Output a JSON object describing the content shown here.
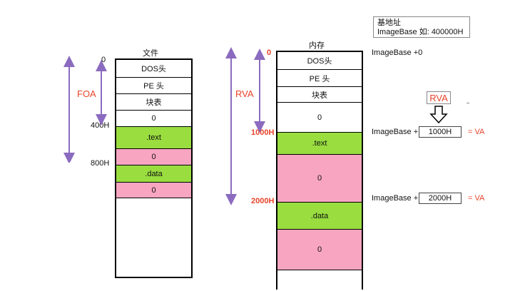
{
  "base_box": {
    "line1": "基地址",
    "line2": "ImageBase 如: 400000H"
  },
  "file": {
    "title": "文件",
    "offsets": {
      "zero": "0",
      "h400": "400H",
      "h800": "800H"
    },
    "foa_label": "FOA",
    "cells": {
      "dos": "DOS头",
      "pe": "PE 头",
      "table": "块表",
      "pad1": "0",
      "text": ".text",
      "pad2": "0",
      "data": ".data",
      "pad3": "0"
    }
  },
  "memory": {
    "title": "内存",
    "offsets": {
      "zero": "0",
      "h1000": "1000H",
      "h2000": "2000H"
    },
    "rva_label": "RVA",
    "cells": {
      "dos": "DOS头",
      "pe": "PE 头",
      "table": "块表",
      "pad1": "0",
      "text": ".text",
      "pad2": "0",
      "data": ".data",
      "pad3": "0"
    }
  },
  "right": {
    "ib0": "ImageBase +0",
    "rva_box": "RVA",
    "row1": {
      "prefix": "ImageBase +",
      "value": "1000H",
      "suffix": "= VA"
    },
    "row2": {
      "prefix": "ImageBase +",
      "value": "2000H",
      "suffix": "= VA"
    }
  },
  "colors": {
    "green": "#99dd3f",
    "pink": "#f8a5c2",
    "arrow": "#8b6bbf",
    "red": "#e8432a"
  }
}
